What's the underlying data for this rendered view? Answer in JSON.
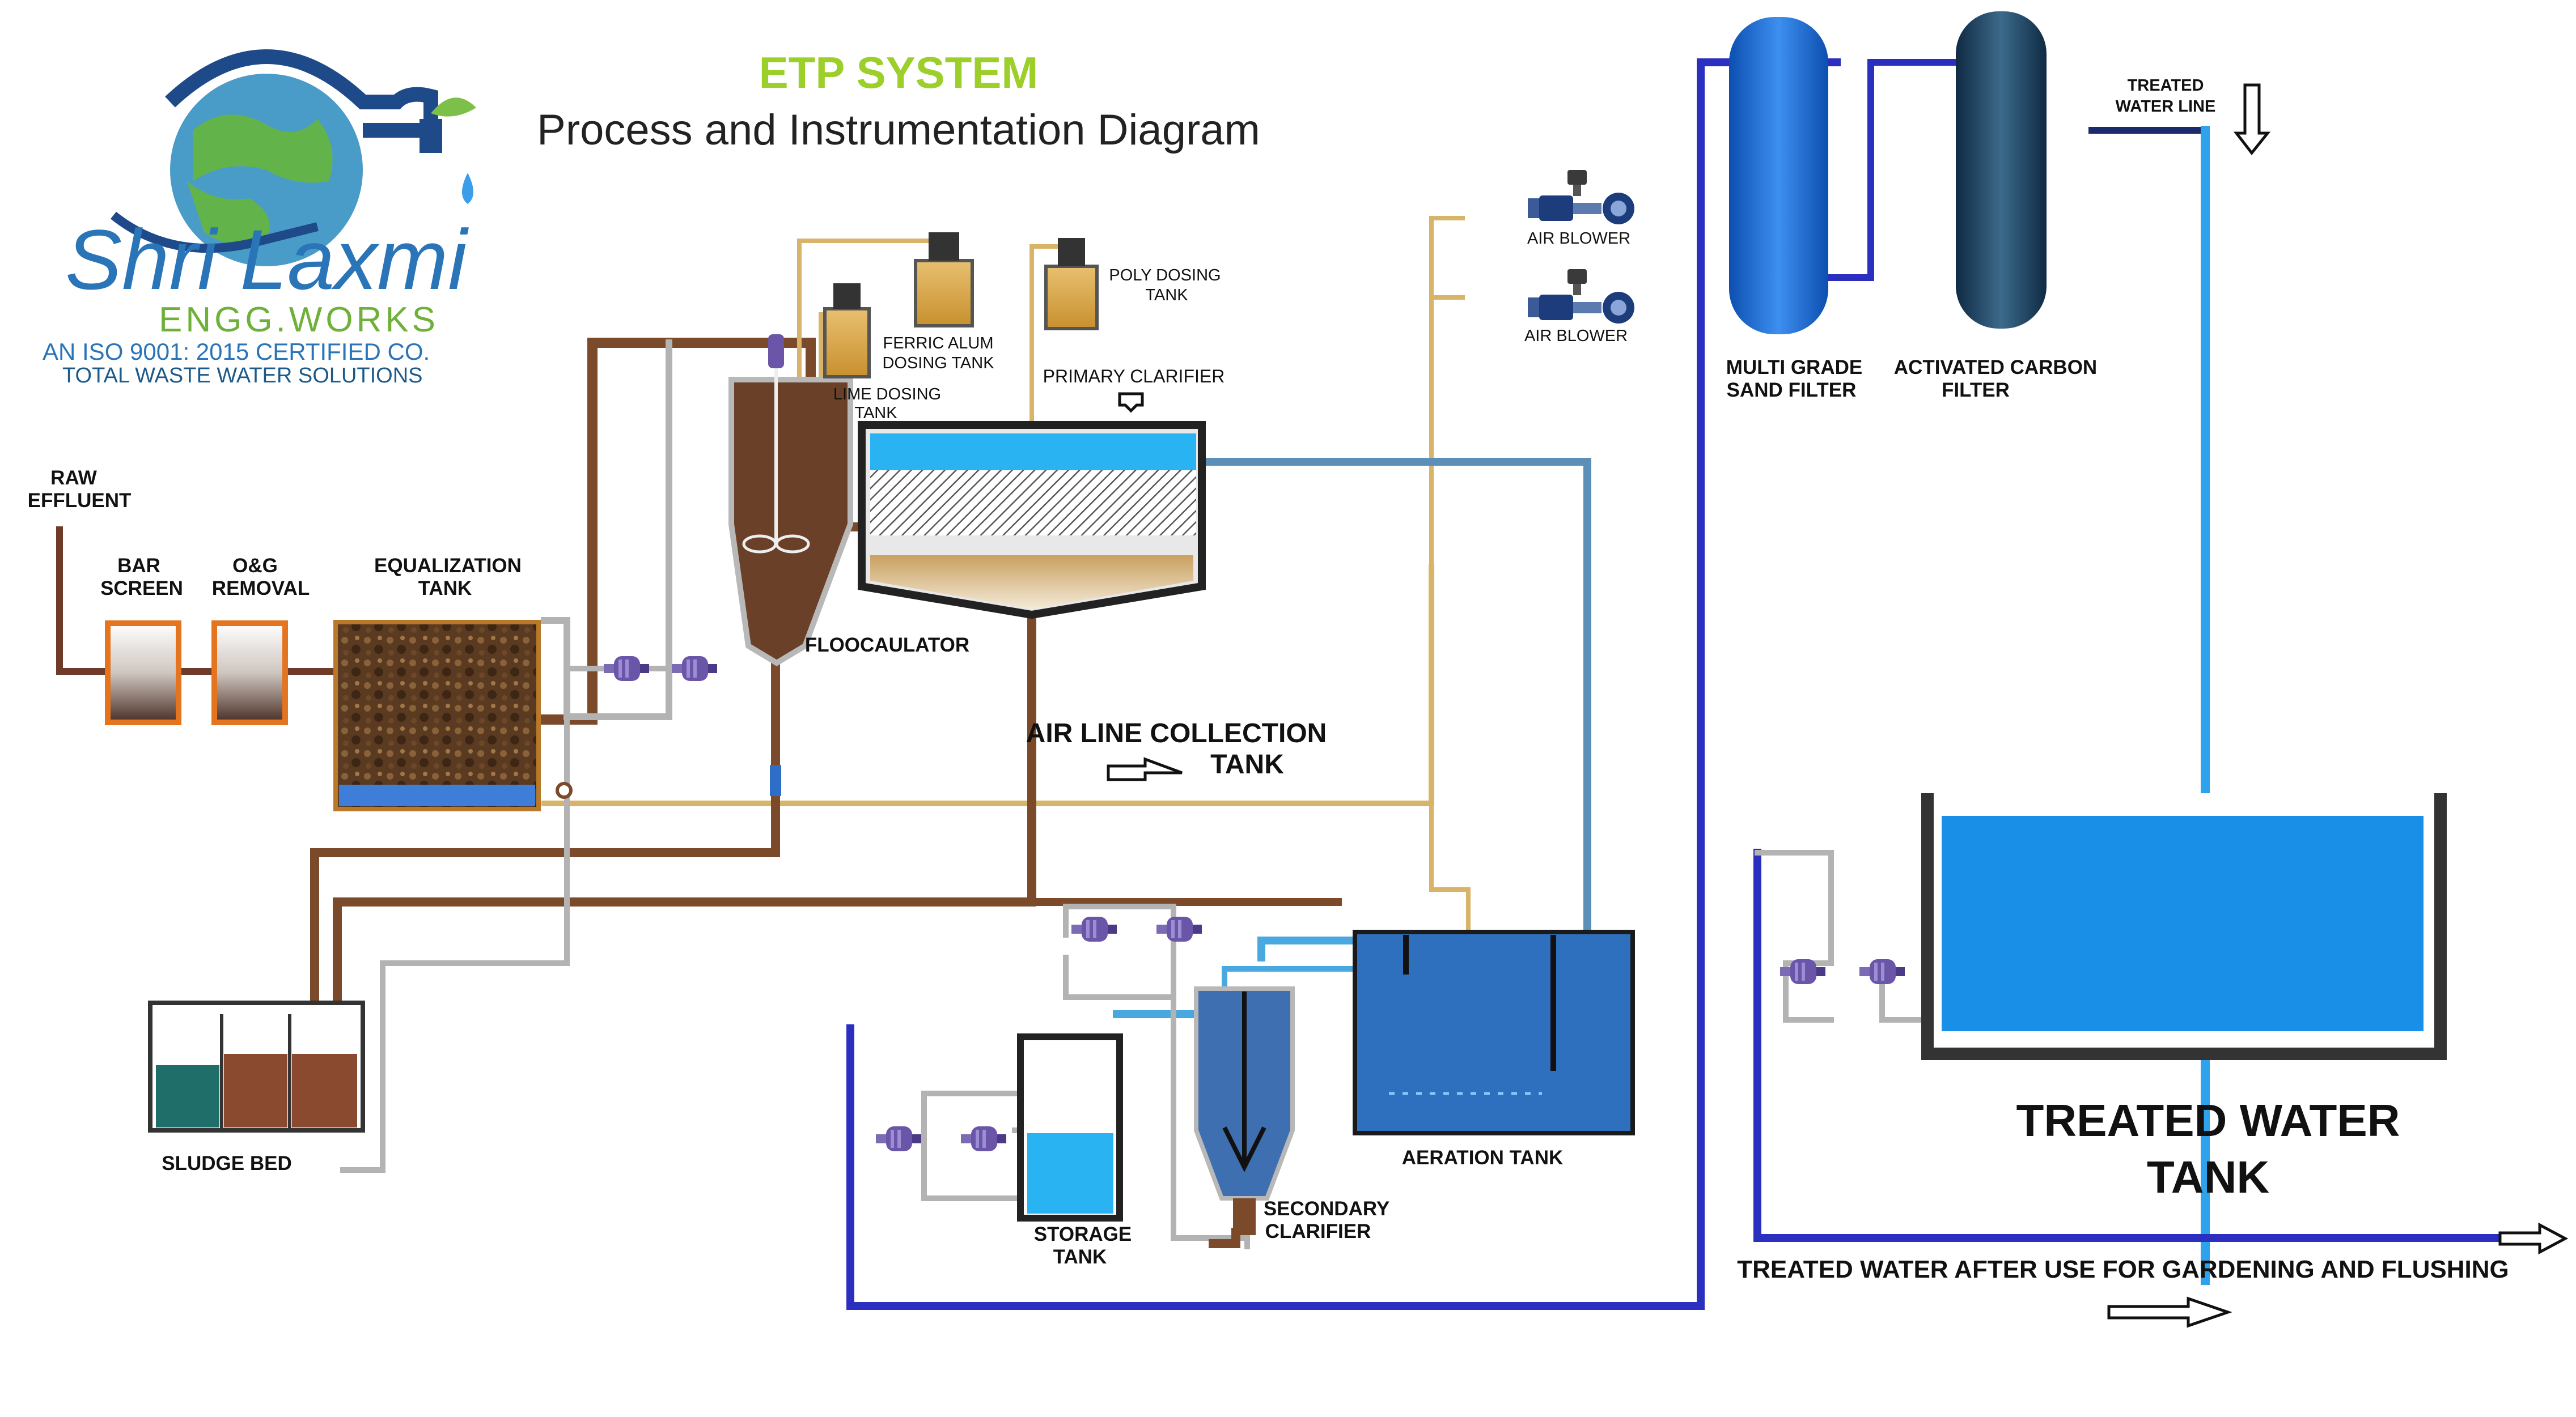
{
  "header": {
    "title": "ETP SYSTEM",
    "subtitle": "Process and Instrumentation Diagram"
  },
  "logo": {
    "name": "Shri Laxmi",
    "firm": "ENGG.WORKS",
    "cert": "AN ISO 9001: 2015 CERTIFIED CO.",
    "tagline": "TOTAL WASTE WATER SOLUTIONS"
  },
  "labels": {
    "raw_1": "RAW",
    "raw_2": "EFFLUENT",
    "bar_1": "BAR",
    "bar_2": "SCREEN",
    "og_1": "O&G",
    "og_2": "REMOVAL",
    "eq_1": "EQUALIZATION",
    "eq_2": "TANK",
    "flocculator": "FLOOCAULATOR",
    "lime_1": "LIME DOSING",
    "lime_2": "TANK",
    "ferric_1": "FERRIC ALUM",
    "ferric_2": "DOSING TANK",
    "poly_1": "POLY DOSING",
    "poly_2": "TANK",
    "primary_clarifier": "PRIMARY CLARIFIER",
    "air_blower_1": "AIR BLOWER",
    "air_blower_2": "AIR BLOWER",
    "airline_1": "AIR LINE COLLECTION",
    "airline_2": "TANK",
    "sludge_bed": "SLUDGE BED",
    "storage_1": "STORAGE",
    "storage_2": "TANK",
    "sec_1": "SECONDARY",
    "sec_2": "CLARIFIER",
    "aeration": "AERATION TANK",
    "msf_1": "MULTI GRADE",
    "msf_2": "SAND FILTER",
    "acf_1": "ACTIVATED CARBON",
    "acf_2": "FILTER",
    "tw_line_1": "TREATED",
    "tw_line_2": "WATER  LINE",
    "tw_tank_1": "TREATED WATER",
    "tw_tank_2": "TANK",
    "reuse": "TREATED WATER AFTER USE FOR GARDENING AND FLUSHING"
  },
  "colors": {
    "title_green": "#9ccf2a",
    "brown_pipe": "#7a4a2a",
    "tan_pipe": "#d8b46a",
    "grey_pipe": "#a9a9a9",
    "steel_blue_pipe": "#5b8fb8",
    "navy_pipe": "#2b2fbf",
    "sky_pipe": "#2ea3ec",
    "orange_box": "#e5741e",
    "water_blue": "#1fa2ee",
    "pump_purple": "#6a55a8"
  },
  "icons": {
    "pump": "pump-icon",
    "blower": "air-blower-icon",
    "arrow": "arrow-icon",
    "logo": "globe-tap-logo-icon"
  }
}
